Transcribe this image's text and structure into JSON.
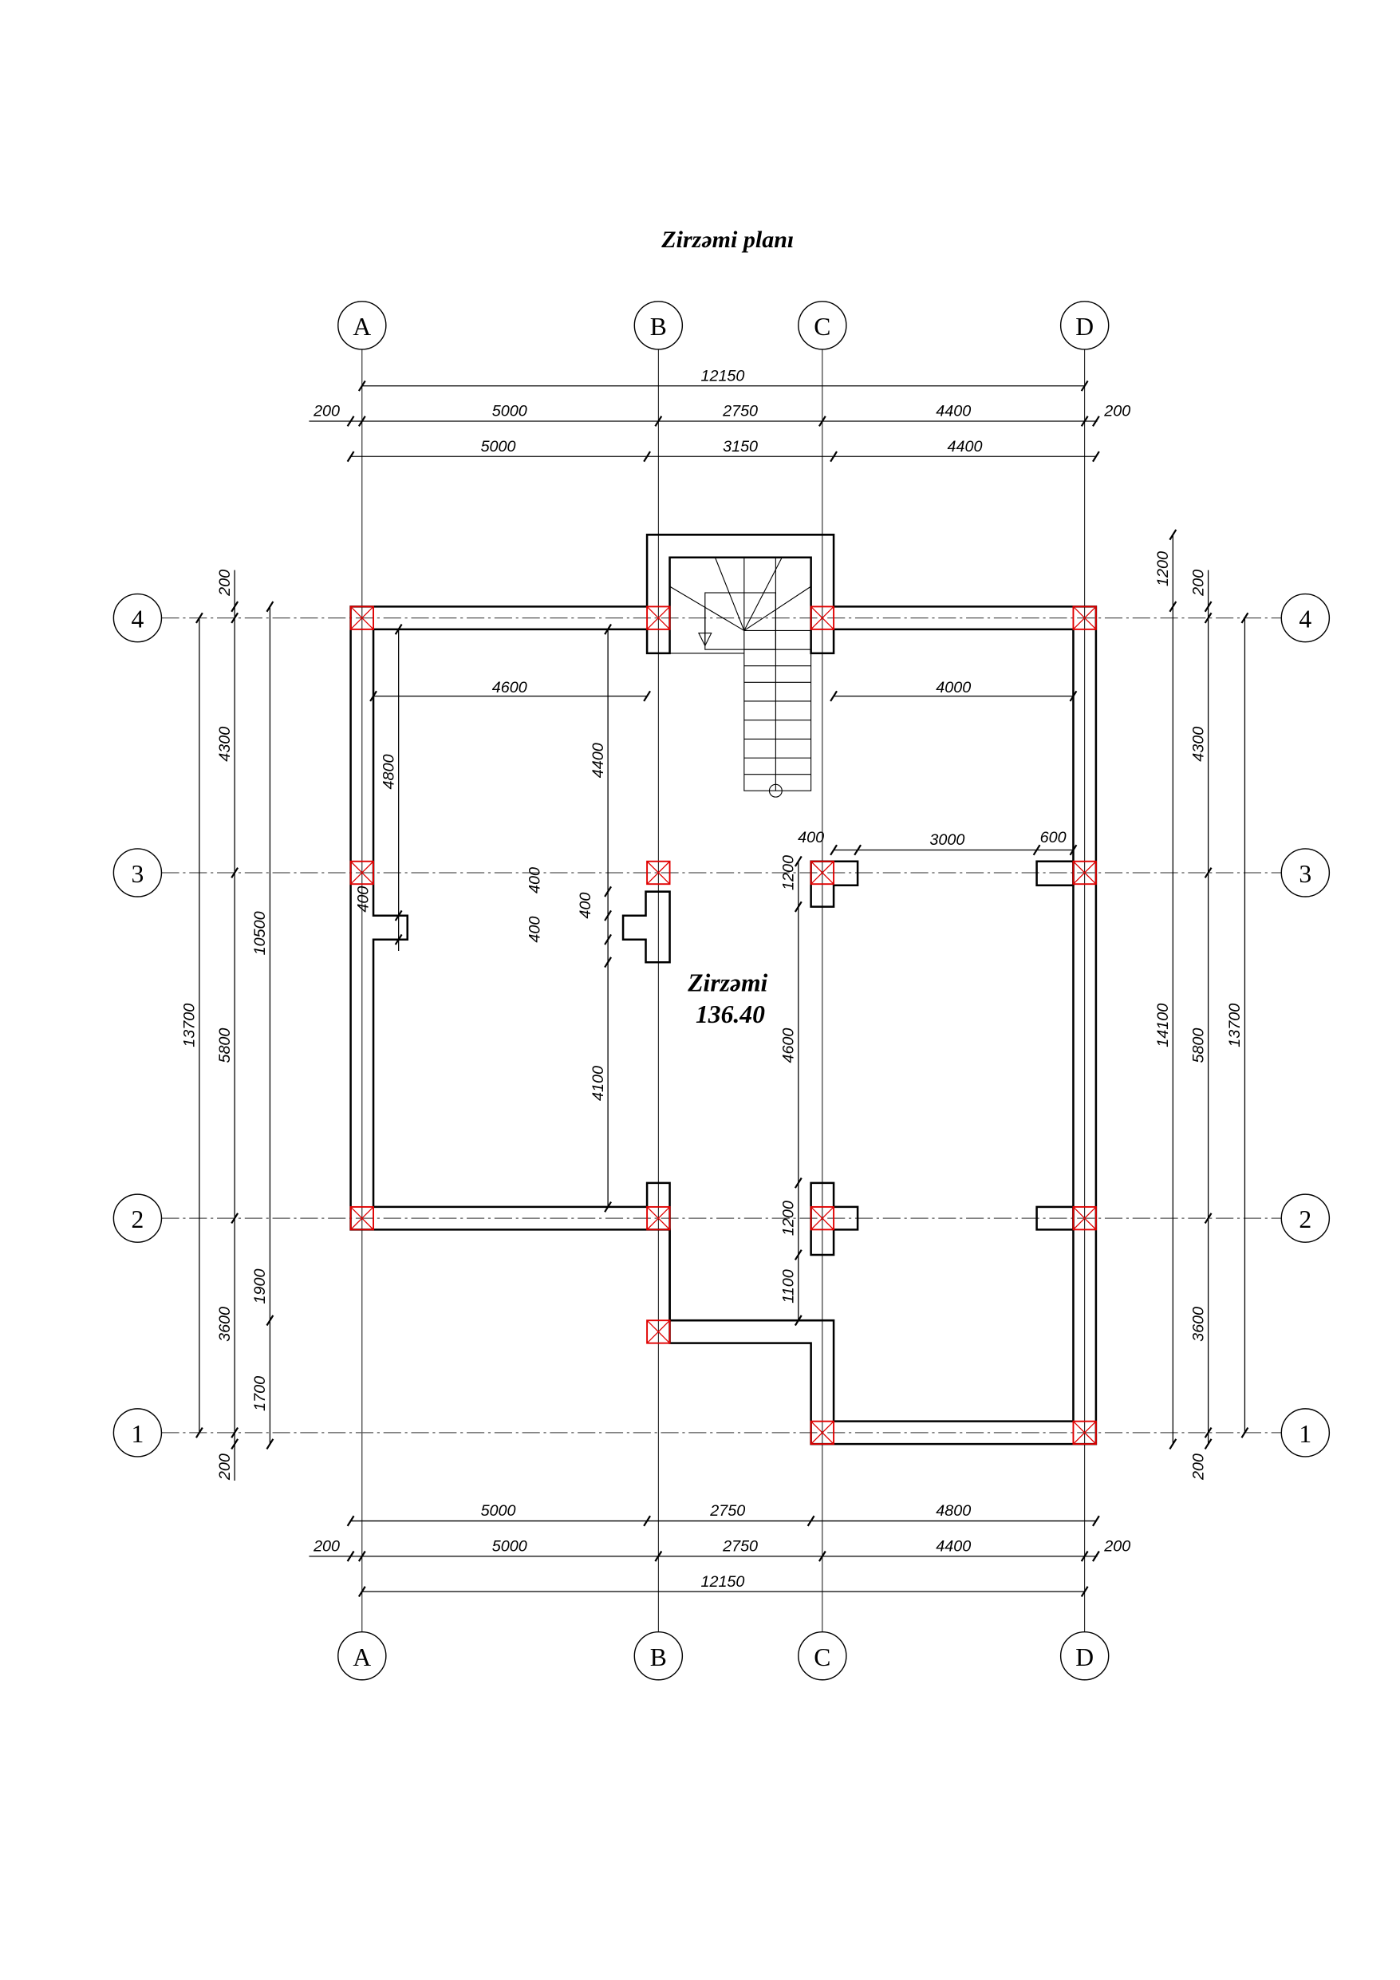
{
  "title": "Zirzəmi planı",
  "room": {
    "name": "Zirzəmi",
    "area": "136.40"
  },
  "axes": {
    "columns": [
      "A",
      "B",
      "C",
      "D"
    ],
    "rows": [
      "4",
      "3",
      "2",
      "1"
    ]
  },
  "colors": {
    "column_marker": "#e00000",
    "line": "#000000"
  },
  "dims": {
    "top": {
      "overall": "12150",
      "axes": [
        "200",
        "5000",
        "2750",
        "4400",
        "200"
      ],
      "walls": [
        "5000",
        "3150",
        "4400"
      ]
    },
    "bottom": {
      "walls": [
        "5000",
        "2750",
        "4800"
      ],
      "axes": [
        "200",
        "5000",
        "2750",
        "4400",
        "200"
      ],
      "overall": "12150"
    },
    "left": {
      "overall": "13700",
      "axes": [
        "200",
        "4300",
        "5800",
        "3600",
        "200"
      ],
      "walls": [
        "10500",
        "1900",
        "1700"
      ]
    },
    "right": {
      "walls": [
        "1200",
        "14100"
      ],
      "axes": [
        "200",
        "4300",
        "5800",
        "3600",
        "200"
      ],
      "overall": "13700"
    },
    "interior": {
      "w_left": "4600",
      "w_right": "4000",
      "h_a": "4800",
      "h_mid_top": "4400",
      "h_mid_bottom": "4100",
      "pier_a": "400",
      "pier_b1": "400",
      "pier_b2": "400",
      "pier_b3": "400",
      "c3_400": "400",
      "c3_d3": "3000",
      "d3_600": "600",
      "c3_1200": "1200",
      "c_4600": "4600",
      "c2_1200": "1200",
      "c_1100": "1100"
    }
  }
}
